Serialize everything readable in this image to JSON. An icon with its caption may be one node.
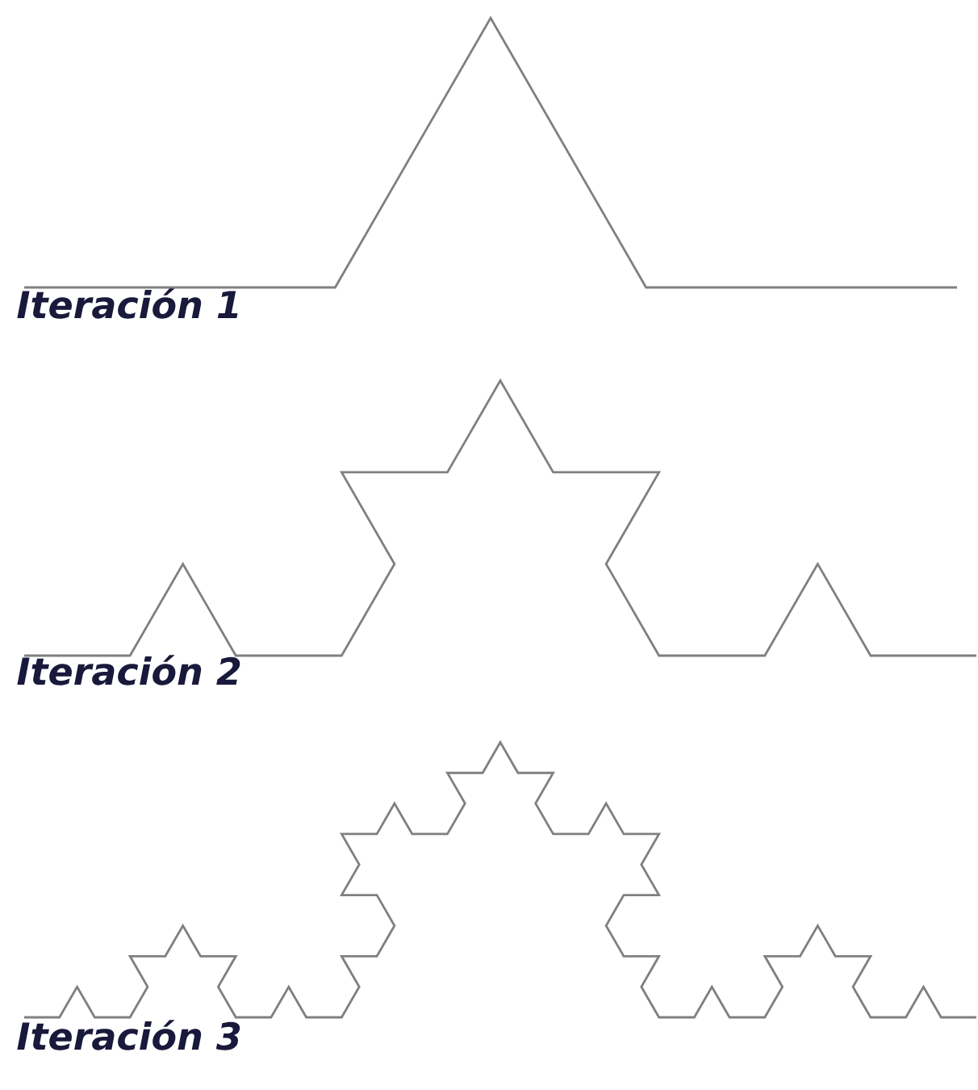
{
  "diagram": {
    "labels": [
      "Iteración 1",
      "Iteración 2",
      "Iteración 3"
    ]
  }
}
